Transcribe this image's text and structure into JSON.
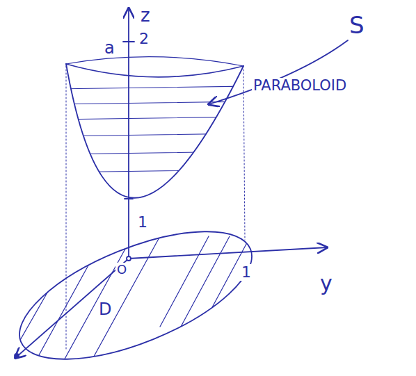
{
  "diagram": {
    "labels": [
      "z",
      "S",
      "2",
      "a",
      "PARABOLOID",
      "1",
      "O",
      "1",
      "y",
      "D"
    ]
  }
}
